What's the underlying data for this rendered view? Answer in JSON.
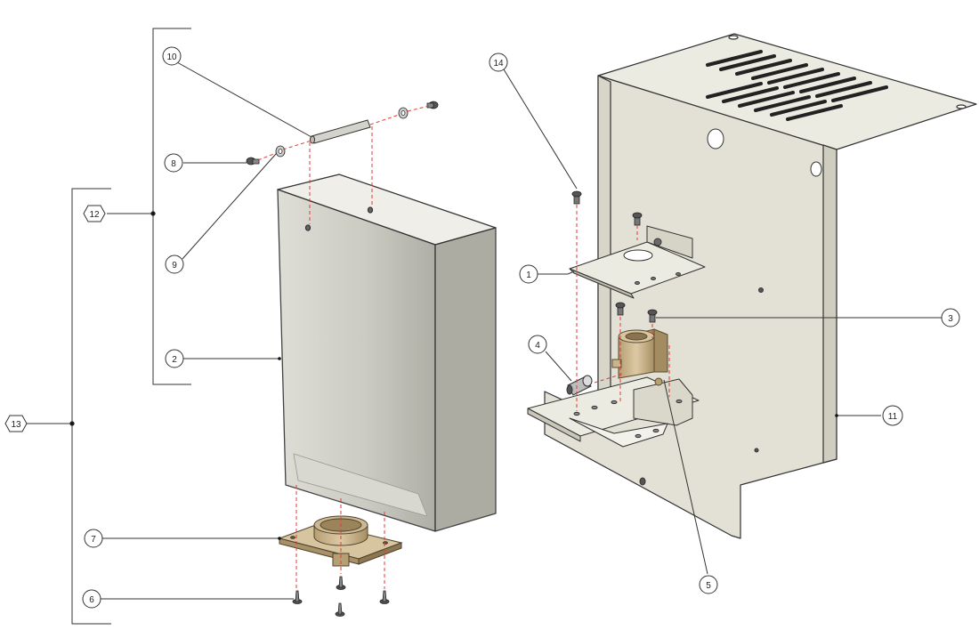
{
  "diagram": {
    "type": "exploded-assembly-view",
    "callouts": [
      {
        "id": "1",
        "label": "1",
        "shape": "circle"
      },
      {
        "id": "2",
        "label": "2",
        "shape": "circle"
      },
      {
        "id": "3",
        "label": "3",
        "shape": "circle"
      },
      {
        "id": "4",
        "label": "4",
        "shape": "circle"
      },
      {
        "id": "5",
        "label": "5",
        "shape": "circle"
      },
      {
        "id": "6",
        "label": "6",
        "shape": "circle"
      },
      {
        "id": "7",
        "label": "7",
        "shape": "circle"
      },
      {
        "id": "8",
        "label": "8",
        "shape": "circle"
      },
      {
        "id": "9",
        "label": "9",
        "shape": "circle"
      },
      {
        "id": "10",
        "label": "10",
        "shape": "circle"
      },
      {
        "id": "11",
        "label": "11",
        "shape": "circle"
      },
      {
        "id": "12",
        "label": "12",
        "shape": "hexagon"
      },
      {
        "id": "13",
        "label": "13",
        "shape": "hexagon"
      },
      {
        "id": "14",
        "label": "14",
        "shape": "circle"
      }
    ],
    "colors": {
      "panel": "#e6e4d8",
      "panel_edge": "#333333",
      "bin_body": "#c9c8bf",
      "brass": "#c9b48e",
      "hidden_line": "#e53935",
      "leader": "#333333"
    }
  }
}
